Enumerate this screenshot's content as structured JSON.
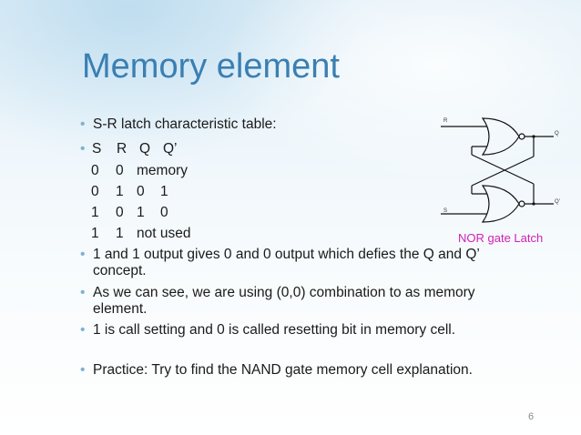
{
  "title": "Memory element",
  "bullets": {
    "b1": "S-R latch characteristic table:",
    "b6a": "1 and 1 output gives 0 and 0 output which defies the Q and Q’",
    "b6b": "concept.",
    "b7a": "As we can see, we are using (0,0) combination to as memory",
    "b7b": "element.",
    "b8": "1 is call setting and 0 is called resetting bit in memory cell.",
    "b9": "Practice: Try to find the NAND gate memory cell explanation."
  },
  "table": {
    "header": [
      "S",
      "R",
      "Q",
      "Q’"
    ],
    "rows": [
      [
        "0",
        "0",
        "memory",
        ""
      ],
      [
        "0",
        "1",
        "0",
        "1"
      ],
      [
        "1",
        "0",
        "1",
        "0"
      ],
      [
        "1",
        "1",
        "not used",
        ""
      ]
    ]
  },
  "diagram": {
    "caption": "NOR gate Latch",
    "labels": {
      "r": "R",
      "s": "S",
      "q": "Q",
      "qbar": "Q’"
    }
  },
  "page_number": "6",
  "colors": {
    "title": "#3a7fb2",
    "bullet": "#7fb1d3",
    "caption": "#d31fb0"
  }
}
